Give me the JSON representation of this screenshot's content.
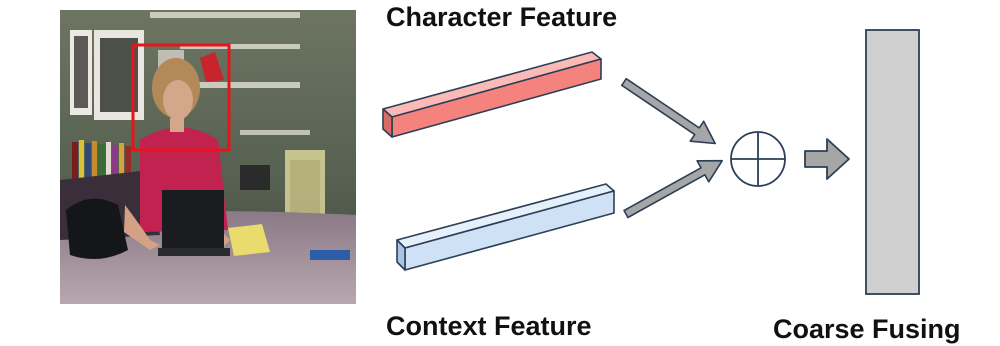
{
  "diagram": {
    "labels": {
      "character_feature": "Character Feature",
      "context_feature": "Context Feature",
      "coarse_fusing": "Coarse Fusing"
    },
    "operator": "element-wise sum (circle-plus)",
    "image": {
      "description_hidden": true
    },
    "colors": {
      "character_bar_front": "#f4837d",
      "character_bar_top": "#fbbab5",
      "character_bar_side": "#d96a64",
      "context_bar_front": "#cfe2f5",
      "context_bar_top": "#e6f0fa",
      "context_bar_side": "#a9c4e0",
      "bar_outline": "#2b3f58",
      "arrow_fill": "#a6a6a6",
      "arrow_stroke": "#2b3f58",
      "fused_block_fill": "#d0cfd0",
      "highlight_box": "#e8141b"
    }
  }
}
